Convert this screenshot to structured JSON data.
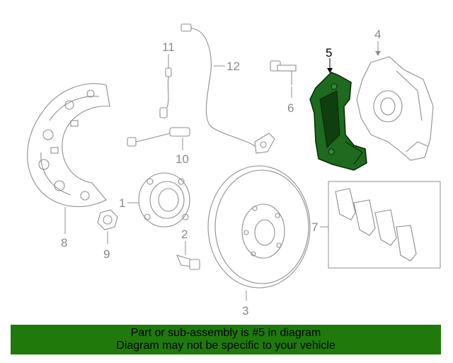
{
  "callouts": {
    "c1": "1",
    "c2": "2",
    "c3": "3",
    "c4": "4",
    "c5": "5",
    "c6": "6",
    "c7": "7",
    "c8": "8",
    "c9": "9",
    "c10": "10",
    "c11": "11",
    "c12": "12"
  },
  "highlight": {
    "part_number": "5",
    "color": "#1f7a0b"
  },
  "banner": {
    "line1": "Part or sub-assembly is #5 in diagram",
    "line2": "Diagram may not be specific to your vehicle",
    "background": "#1f7a0b"
  }
}
